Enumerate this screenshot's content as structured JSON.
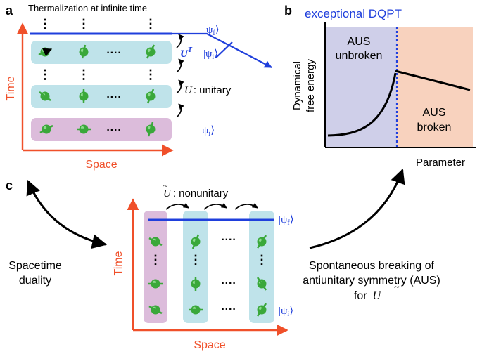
{
  "panel_labels": {
    "a": "a",
    "b": "b",
    "c": "c"
  },
  "colors": {
    "axis_red": "#f0502a",
    "psi_blue": "#1f3fdc",
    "cell_blue": "#bfe3ea",
    "cell_purple": "#dcbcdb",
    "unbroken_bg": "#cfcfe9",
    "broken_bg": "#f8d2be",
    "spin_green": "#3aa83a"
  },
  "panel_a": {
    "heading": "Thermalization at infinite time",
    "psi_f": "|ψ",
    "psi_f_sub": "f",
    "ut_label": "U",
    "ut_sup": "T",
    "psi_i_top": "|ψ",
    "psi_i_top_sub": "i",
    "u_label": "U",
    "u_suffix": ": unitary",
    "psi_i_bottom": "|ψ",
    "psi_i_bottom_sub": "i",
    "time_label": "Time",
    "space_label": "Space",
    "row_dots": "····",
    "col_dots": "⋮"
  },
  "panel_b": {
    "title": "exceptional DQPT",
    "ylabel_line1": "Dynamical",
    "ylabel_line2": "free energy",
    "xlabel": "Parameter",
    "unbroken_line1": "AUS",
    "unbroken_line2": "unbroken",
    "broken_line1": "AUS",
    "broken_line2": "broken"
  },
  "panel_c": {
    "utilde_label": "U",
    "utilde_suffix": ": nonunitary",
    "psi_f": "|ψ",
    "psi_f_sub": "f",
    "psi_i": "|ψ",
    "psi_i_sub": "i",
    "time_label": "Time",
    "space_label": "Space",
    "duality_line1": "Spacetime",
    "duality_line2": "duality",
    "breaking_line1": "Spontaneous breaking of",
    "breaking_line2": "antiunitary symmetry (AUS)",
    "breaking_line3": "for",
    "breaking_utilde": "U",
    "row_dots": "····",
    "col_dots": "⋮"
  }
}
